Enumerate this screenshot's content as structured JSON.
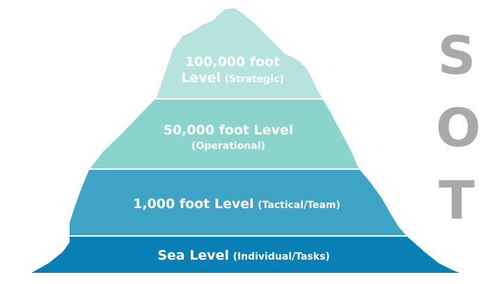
{
  "tiers": [
    {
      "main": "100,000 foot",
      "main2": "Level",
      "sub": "(Strategic)",
      "color": "#b7e3df"
    },
    {
      "main": "50,000 foot Level",
      "sub": "(Operational)",
      "color": "#8ad4cc"
    },
    {
      "main": "1,000 foot Level",
      "sub": "(Tactical/Team)",
      "color": "#3fa3c6"
    },
    {
      "main": "Sea Level",
      "sub": "(Individual/Tasks)",
      "color": "#0880b5"
    }
  ],
  "side_letters": [
    "S",
    "O",
    "T"
  ],
  "colors": {
    "letter": "#a9a9a9",
    "separator": "#ffffff",
    "text": "#ffffff"
  }
}
